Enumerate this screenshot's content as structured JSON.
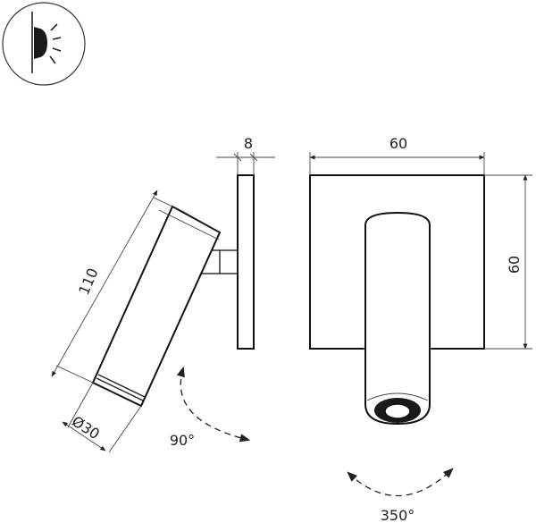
{
  "dimensions": {
    "plate_thickness": "8",
    "plate_width": "60",
    "plate_height": "60",
    "body_length": "110",
    "body_diameter": "Ø30"
  },
  "rotations": {
    "tilt": "90°",
    "swivel": "350°"
  },
  "icon": "wall-spotlight-icon"
}
